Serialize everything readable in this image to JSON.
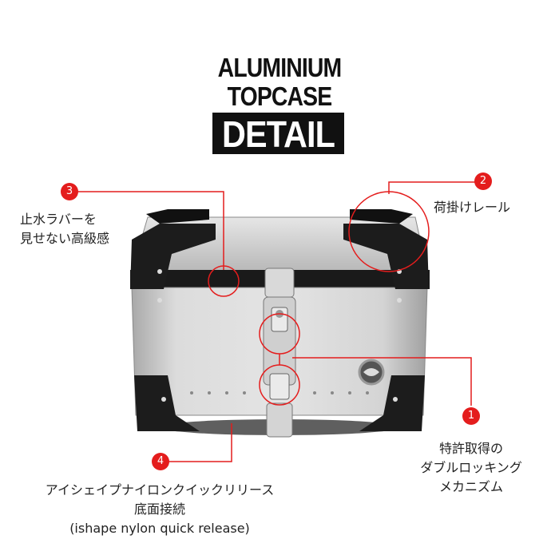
{
  "header": {
    "line1": "ALUMINIUM",
    "line2": "TOPCASE",
    "detail": "DETAIL"
  },
  "callouts": [
    {
      "number": "1",
      "lines": [
        "特許取得の",
        "ダブルロッキング",
        "メカニズム"
      ]
    },
    {
      "number": "2",
      "lines": [
        "荷掛けレール"
      ]
    },
    {
      "number": "3",
      "lines": [
        "止水ラバーを",
        "見せない高級感"
      ]
    },
    {
      "number": "4",
      "lines": [
        "アイシェイプナイロンクイックリリース",
        "底面接続",
        "(ishape nylon quick release)"
      ]
    }
  ],
  "colors": {
    "accent": "#e41d1d",
    "case_silver": "#c9c9c9",
    "trim_black": "#1a1a1a"
  }
}
